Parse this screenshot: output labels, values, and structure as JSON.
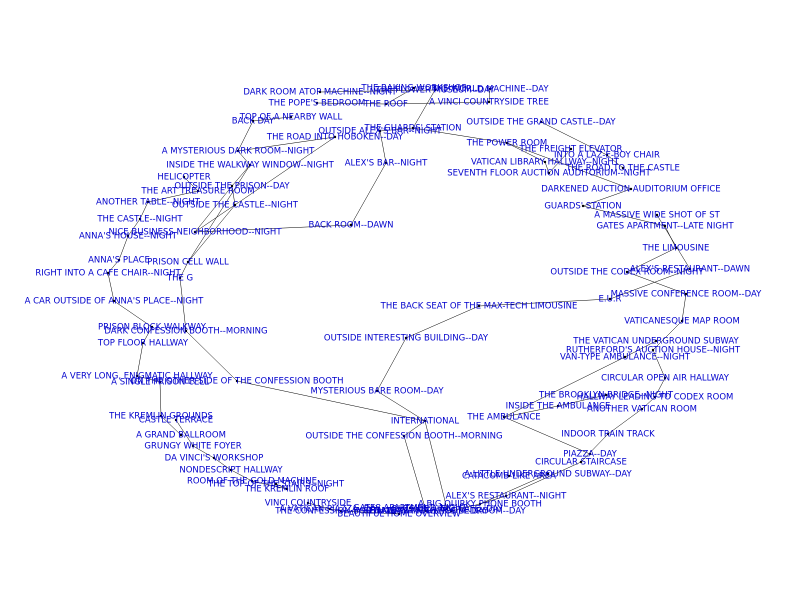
{
  "colors": {
    "background": "#ffffff",
    "edge": "#000000",
    "label": "#0000cc",
    "node": "#000000"
  },
  "nodes": [
    {
      "id": "n1",
      "label": "THE BAKING WORKSHOP"
    },
    {
      "id": "n2",
      "label": "DARK ROOM ATOP MACHINE--NIGHT"
    },
    {
      "id": "n3",
      "label": "THE FLOWER MUSEUM--DAY"
    },
    {
      "id": "n4",
      "label": "THE WORLD MACHINE--DAY"
    },
    {
      "id": "n5",
      "label": "THE POPE'S BEDROOM"
    },
    {
      "id": "n6",
      "label": "THE ROOF"
    },
    {
      "id": "n7",
      "label": "A VINCI COUNTRYSIDE TREE"
    },
    {
      "id": "n8",
      "label": "TOP OF A NEARBY WALL"
    },
    {
      "id": "n9",
      "label": "BACK DAY"
    },
    {
      "id": "n10",
      "label": "OUTSIDE THE GRAND CASTLE--DAY"
    },
    {
      "id": "n11",
      "label": "THE GUARDS' STATION"
    },
    {
      "id": "n12",
      "label": "OUTSIDE ALEX'S BAR--NIGHT"
    },
    {
      "id": "n13",
      "label": "THE ROAD INTO HOBOKEN--DAY"
    },
    {
      "id": "n14",
      "label": "THE POWER ROOM"
    },
    {
      "id": "n15",
      "label": "THE FREIGHT ELEVATOR"
    },
    {
      "id": "n16",
      "label": "INTO A LAZ-E-BOY CHAIR"
    },
    {
      "id": "n17",
      "label": "A MYSTERIOUS DARK ROOM--NIGHT"
    },
    {
      "id": "n18",
      "label": "VATICAN LIBRARY HALLWAY--NIGHT"
    },
    {
      "id": "n19",
      "label": "ALEX'S BAR--NIGHT"
    },
    {
      "id": "n20",
      "label": "INSIDE THE WALKWAY WINDOW--NIGHT"
    },
    {
      "id": "n21",
      "label": "THE ROAD TO THE CASTLE"
    },
    {
      "id": "n22",
      "label": "SEVENTH FLOOR AUCTION AUDITORIUM--NIGHT"
    },
    {
      "id": "n23",
      "label": "HELICOPTER"
    },
    {
      "id": "n24",
      "label": "OUTSIDE THE PRISON--DAY"
    },
    {
      "id": "n25",
      "label": "THE ART TREASURE ROOM"
    },
    {
      "id": "n26",
      "label": "DARKENED AUCTION AUDITORIUM OFFICE"
    },
    {
      "id": "n27",
      "label": "ANOTHER TABLE--NIGHT"
    },
    {
      "id": "n28",
      "label": "OUTSIDE THE CASTLE--NIGHT"
    },
    {
      "id": "n29",
      "label": "GUARDS' STATION"
    },
    {
      "id": "n30",
      "label": "A MASSIVE WIDE SHOT OF ST"
    },
    {
      "id": "n31",
      "label": "THE CASTLE--NIGHT"
    },
    {
      "id": "n32",
      "label": "GATES APARTMENT--LATE NIGHT"
    },
    {
      "id": "n33",
      "label": "BACK ROOM--DAWN"
    },
    {
      "id": "n34",
      "label": "NICE BUSINESS NEIGHBORHOOD--NIGHT"
    },
    {
      "id": "n35",
      "label": "ANNA'S HOUSE--NIGHT"
    },
    {
      "id": "n36",
      "label": "THE LIMOUSINE"
    },
    {
      "id": "n37",
      "label": "ANNA'S PLACE"
    },
    {
      "id": "n38",
      "label": "PRISON CELL WALL"
    },
    {
      "id": "n39",
      "label": "OUTSIDE THE CODEX ROOM--NIGHT"
    },
    {
      "id": "n40",
      "label": "ALEX'S RESTAURANT--DAWN"
    },
    {
      "id": "n41",
      "label": "RIGHT INTO A CAFE CHAIR--NIGHT"
    },
    {
      "id": "n42",
      "label": "THE G"
    },
    {
      "id": "n43",
      "label": "MASSIVE CONFERENCE ROOM--DAY"
    },
    {
      "id": "n44",
      "label": "A CAR OUTSIDE OF ANNA'S PLACE--NIGHT"
    },
    {
      "id": "n45",
      "label": "E.U.R"
    },
    {
      "id": "n46",
      "label": "THE BACK SEAT OF THE MAX-TECH LIMOUSINE"
    },
    {
      "id": "n47",
      "label": "VATICANESQUE MAP ROOM"
    },
    {
      "id": "n48",
      "label": "PRISON BLOCK WALKWAY"
    },
    {
      "id": "n49",
      "label": "DARK CONFESSION BOOTH--MORNING"
    },
    {
      "id": "n50",
      "label": "OUTSIDE INTERESTING BUILDING--DAY"
    },
    {
      "id": "n51",
      "label": "THE VATICAN UNDERGROUND SUBWAY"
    },
    {
      "id": "n52",
      "label": "TOP FLOOR HALLWAY"
    },
    {
      "id": "n53",
      "label": "RUTHERFORD'S AUCTION HOUSE--NIGHT"
    },
    {
      "id": "n54",
      "label": "VAN-TYPE AMBULANCE--NIGHT"
    },
    {
      "id": "n55",
      "label": "A VERY LONG, ENIGMATIC HALLWAY"
    },
    {
      "id": "n56",
      "label": "CIRCULAR OPEN AIR HALLWAY"
    },
    {
      "id": "n57",
      "label": "A SINGLE PRISON CELL"
    },
    {
      "id": "n58",
      "label": "ON THE OTHER SIDE OF THE CONFESSION BOOTH"
    },
    {
      "id": "n59",
      "label": "MYSTERIOUS BARE ROOM--DAY"
    },
    {
      "id": "n60",
      "label": "THE BROOKLYN BRIDGE--NIGHT"
    },
    {
      "id": "n61",
      "label": "HALLWAY LEADING TO CODEX ROOM"
    },
    {
      "id": "n62",
      "label": "INSIDE THE AMBULANCE"
    },
    {
      "id": "n63",
      "label": "ANOTHER VATICAN ROOM"
    },
    {
      "id": "n64",
      "label": "THE KREMLIN GROUNDS"
    },
    {
      "id": "n65",
      "label": "CASTLE TERRACE"
    },
    {
      "id": "n66",
      "label": "INTERNATIONAL"
    },
    {
      "id": "n67",
      "label": "THE AMBULANCE"
    },
    {
      "id": "n68",
      "label": "A GRAND BALLROOM"
    },
    {
      "id": "n69",
      "label": "OUTSIDE THE CONFESSION BOOTH--MORNING"
    },
    {
      "id": "n70",
      "label": "INDOOR TRAIN TRACK"
    },
    {
      "id": "n71",
      "label": "GRUNGY WHITE FOYER"
    },
    {
      "id": "n72",
      "label": "DA VINCI'S WORKSHOP"
    },
    {
      "id": "n73",
      "label": "PIAZZA--DAY"
    },
    {
      "id": "n74",
      "label": "CIRCULAR STAIRCASE"
    },
    {
      "id": "n75",
      "label": "NONDESCRIPT HALLWAY"
    },
    {
      "id": "n76",
      "label": "A LITTLE UNDERGROUND SUBWAY--DAY"
    },
    {
      "id": "n77",
      "label": "CATACOMB-LIKE AREA"
    },
    {
      "id": "n78",
      "label": "ROOM OF THE GOLD MACHINE"
    },
    {
      "id": "n79",
      "label": "THE TOP OF THE STAIRS--NIGHT"
    },
    {
      "id": "n80",
      "label": "THE KREMLIN ROOF"
    },
    {
      "id": "n81",
      "label": "ALEX'S RESTAURANT--NIGHT"
    },
    {
      "id": "n82",
      "label": "VINCI COUNTRYSIDE"
    },
    {
      "id": "n83",
      "label": "A BIG QUIRKY PHONE BOOTH"
    },
    {
      "id": "n84",
      "label": "A VATICAN PIAZZA--DAY"
    },
    {
      "id": "n85",
      "label": "GATES APARTMENT--NIGHT"
    },
    {
      "id": "n86",
      "label": "THE CONFESSION BOOTH--DAY"
    },
    {
      "id": "n87",
      "label": "SENATE WAITING ROOM--DAY"
    },
    {
      "id": "n88",
      "label": "BEAUTIFUL HOME OVERVIEW"
    },
    {
      "id": "n89",
      "label": "OUTSIDE A BIG CAFE--DAY"
    },
    {
      "id": "n90",
      "label": "ANNA'S MOTHER'S BEDROOM--DAY"
    }
  ],
  "edges": [
    [
      "n2",
      "n3"
    ],
    [
      "n3",
      "n11"
    ],
    [
      "n6",
      "n7"
    ],
    [
      "n5",
      "n6"
    ],
    [
      "n11",
      "n12"
    ],
    [
      "n11",
      "n14"
    ],
    [
      "n14",
      "n18"
    ],
    [
      "n14",
      "n26"
    ],
    [
      "n12",
      "n19"
    ],
    [
      "n19",
      "n33"
    ],
    [
      "n13",
      "n34"
    ],
    [
      "n33",
      "n34"
    ],
    [
      "n10",
      "n16"
    ],
    [
      "n15",
      "n22"
    ],
    [
      "n16",
      "n21"
    ],
    [
      "n18",
      "n22"
    ],
    [
      "n26",
      "n29"
    ],
    [
      "n29",
      "n32"
    ],
    [
      "n32",
      "n36"
    ],
    [
      "n36",
      "n39"
    ],
    [
      "n39",
      "n43"
    ],
    [
      "n43",
      "n47"
    ],
    [
      "n47",
      "n53"
    ],
    [
      "n40",
      "n45"
    ],
    [
      "n45",
      "n46"
    ],
    [
      "n46",
      "n50"
    ],
    [
      "n50",
      "n59"
    ],
    [
      "n53",
      "n56"
    ],
    [
      "n56",
      "n61"
    ],
    [
      "n61",
      "n63"
    ],
    [
      "n63",
      "n70"
    ],
    [
      "n70",
      "n74"
    ],
    [
      "n74",
      "n81"
    ],
    [
      "n67",
      "n62"
    ],
    [
      "n62",
      "n60"
    ],
    [
      "n54",
      "n67"
    ],
    [
      "n76",
      "n83"
    ],
    [
      "n8",
      "n9"
    ],
    [
      "n9",
      "n17"
    ],
    [
      "n17",
      "n20"
    ],
    [
      "n20",
      "n24"
    ],
    [
      "n24",
      "n28"
    ],
    [
      "n23",
      "n25"
    ],
    [
      "n25",
      "n27"
    ],
    [
      "n28",
      "n38"
    ],
    [
      "n27",
      "n31"
    ],
    [
      "n31",
      "n35"
    ],
    [
      "n35",
      "n37"
    ],
    [
      "n37",
      "n41"
    ],
    [
      "n41",
      "n44"
    ],
    [
      "n44",
      "n48"
    ],
    [
      "n48",
      "n52"
    ],
    [
      "n52",
      "n55"
    ],
    [
      "n55",
      "n57"
    ],
    [
      "n57",
      "n64"
    ],
    [
      "n64",
      "n68"
    ],
    [
      "n65",
      "n71"
    ],
    [
      "n71",
      "n72"
    ],
    [
      "n72",
      "n75"
    ],
    [
      "n75",
      "n78"
    ],
    [
      "n78",
      "n80"
    ],
    [
      "n79",
      "n80"
    ],
    [
      "n82",
      "n84"
    ],
    [
      "n84",
      "n86"
    ],
    [
      "n86",
      "n88"
    ],
    [
      "n58",
      "n66"
    ],
    [
      "n66",
      "n69"
    ],
    [
      "n69",
      "n87"
    ],
    [
      "n49",
      "n58"
    ],
    [
      "n38",
      "n42"
    ],
    [
      "n42",
      "n49"
    ],
    [
      "n59",
      "n66"
    ],
    [
      "n66",
      "n89"
    ],
    [
      "n24",
      "n34"
    ],
    [
      "n30",
      "n40"
    ],
    [
      "n83",
      "n90"
    ],
    [
      "n85",
      "n87"
    ],
    [
      "n4",
      "n7"
    ],
    [
      "n1",
      "n6"
    ],
    [
      "n20",
      "n38"
    ],
    [
      "n13",
      "n17"
    ],
    [
      "n51",
      "n54"
    ],
    [
      "n67",
      "n73"
    ],
    [
      "n81",
      "n83"
    ]
  ]
}
